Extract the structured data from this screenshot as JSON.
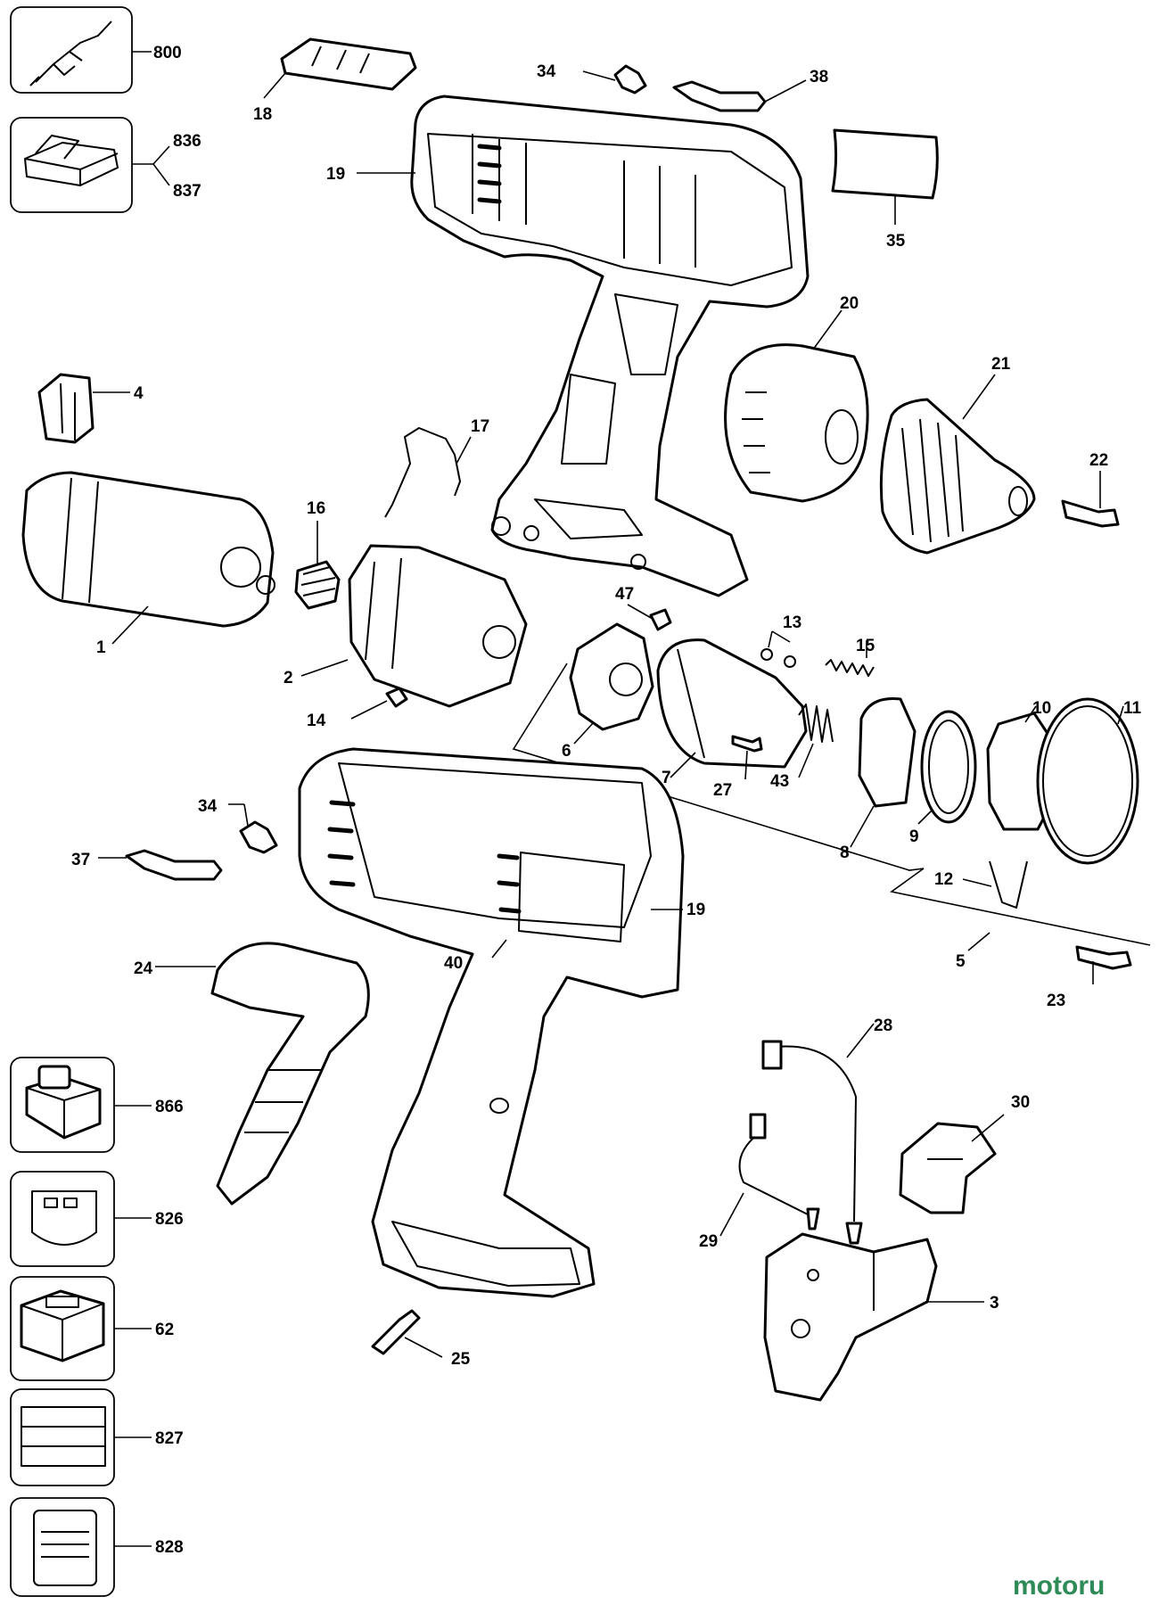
{
  "diagram": {
    "parts": [
      {
        "id": "p800",
        "label": "800"
      },
      {
        "id": "p836",
        "label": "836"
      },
      {
        "id": "p837",
        "label": "837"
      },
      {
        "id": "p18",
        "label": "18"
      },
      {
        "id": "p19a",
        "label": "19"
      },
      {
        "id": "p34a",
        "label": "34"
      },
      {
        "id": "p38",
        "label": "38"
      },
      {
        "id": "p35",
        "label": "35"
      },
      {
        "id": "p20",
        "label": "20"
      },
      {
        "id": "p21",
        "label": "21"
      },
      {
        "id": "p22",
        "label": "22"
      },
      {
        "id": "p4",
        "label": "4"
      },
      {
        "id": "p17",
        "label": "17"
      },
      {
        "id": "p16",
        "label": "16"
      },
      {
        "id": "p1",
        "label": "1"
      },
      {
        "id": "p2",
        "label": "2"
      },
      {
        "id": "p14",
        "label": "14"
      },
      {
        "id": "p47",
        "label": "47"
      },
      {
        "id": "p13",
        "label": "13"
      },
      {
        "id": "p15",
        "label": "15"
      },
      {
        "id": "p6",
        "label": "6"
      },
      {
        "id": "p7",
        "label": "7"
      },
      {
        "id": "p27",
        "label": "27"
      },
      {
        "id": "p43",
        "label": "43"
      },
      {
        "id": "p8",
        "label": "8"
      },
      {
        "id": "p9",
        "label": "9"
      },
      {
        "id": "p10",
        "label": "10"
      },
      {
        "id": "p11",
        "label": "11"
      },
      {
        "id": "p12",
        "label": "12"
      },
      {
        "id": "p5",
        "label": "5"
      },
      {
        "id": "p23",
        "label": "23"
      },
      {
        "id": "p34b",
        "label": "34"
      },
      {
        "id": "p37",
        "label": "37"
      },
      {
        "id": "p19b",
        "label": "19"
      },
      {
        "id": "p24",
        "label": "24"
      },
      {
        "id": "p40",
        "label": "40"
      },
      {
        "id": "p28",
        "label": "28"
      },
      {
        "id": "p30",
        "label": "30"
      },
      {
        "id": "p866",
        "label": "866"
      },
      {
        "id": "p826",
        "label": "826"
      },
      {
        "id": "p29",
        "label": "29"
      },
      {
        "id": "p3",
        "label": "3"
      },
      {
        "id": "p62",
        "label": "62"
      },
      {
        "id": "p25",
        "label": "25"
      },
      {
        "id": "p827",
        "label": "827"
      },
      {
        "id": "p828",
        "label": "828"
      }
    ]
  },
  "watermark": {
    "text": "motoru"
  }
}
